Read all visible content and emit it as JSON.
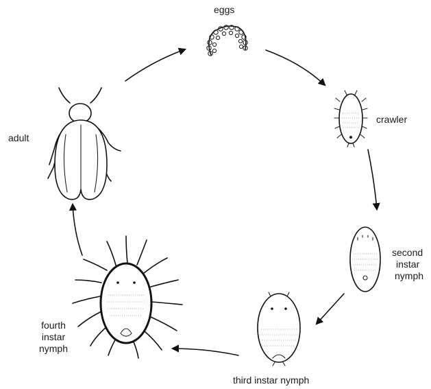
{
  "stages": {
    "eggs": "eggs",
    "crawler": "crawler",
    "second_line1": "second",
    "second_line2": "instar",
    "second_line3": "nymph",
    "third": "third instar nymph",
    "fourth_line1": "fourth",
    "fourth_line2": "instar",
    "fourth_line3": "nymph",
    "adult": "adult"
  }
}
